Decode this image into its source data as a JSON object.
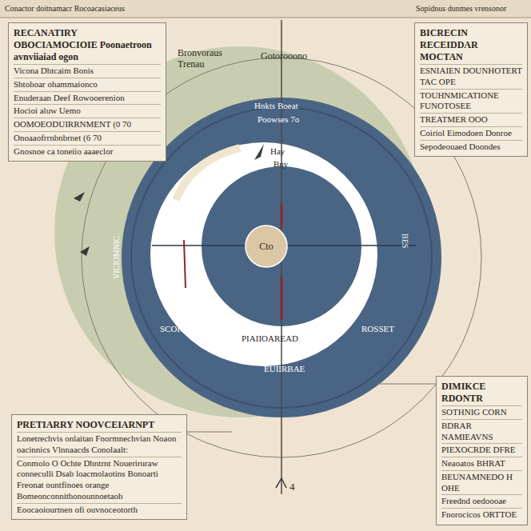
{
  "diagram": {
    "nodes": [
      {
        "text": [
          "RECANATIRY OBOCIAMOCIOIE Poonaetroon avnviiaiad ogon",
          "Vicona Dhtcaim Bonis",
          "Shtohoar ohammaionco",
          "Enuderaan Deef Rowooerenion",
          "Hocioi aluw Uemo",
          "OOMOEODUIRRNMENT (0 70",
          "Onoaaofrrnbnbrnet (6 70",
          "Gnosnoe ca toneiio aaaeclor"
        ]
      },
      {
        "text": [
          "BICRECIN RECEIDDAR MOCTAN",
          "ESNIAIEN DOUNHOTERT TAC OPE",
          "TOUHNMICATIONE FUNOTOSEE",
          "TREATMER OOO",
          "Coiriol Eimodoen Donroe",
          "Sepodeouaed Doondes"
        ]
      },
      {
        "text": [
          "Cto"
        ]
      },
      {
        "text": [
          "PRETIARRY NOOVCEIARNPT",
          "Lonetrechvis onlaitan Fnormnechvian Noaon oacinnics Vlnnaacds Conolaalt:",
          "Conmolo O Ochte Dhntrnt Noueriruraw conneculli Dsab loacmolaotins Bonoarti Freonat ountfinoes orange Bomeonconnithonounnoetaoh",
          "Eoocaoiourtnen ofi ouvnoceotorth"
        ]
      },
      {
        "text": [
          "DIMIKCE RDONTR",
          "SOTHNIG CORN",
          "BDRAR NAMIEAVNS",
          "PIEXOCRDE DFRE",
          "Neaoatos BHRAT",
          "BEUNAMNEDO H OHE",
          "Freednd oedoooae",
          "Fnorocicos ORTTOE"
        ]
      }
    ],
    "labels": [
      "Conactor doitnamacr Rocoacasiaceus",
      "Sopidnus dunmes vrensonor",
      "Bronvoraus Trenau",
      "Gotorooono",
      "Hnkts Boeat",
      "Poowses 7o",
      "Hay",
      "Bny",
      "VICIOMNIC",
      "BES",
      "SCORRIUS",
      "ROSSET",
      "PIAIIOAREAD",
      "EUIIRBAE",
      "4"
    ]
  }
}
